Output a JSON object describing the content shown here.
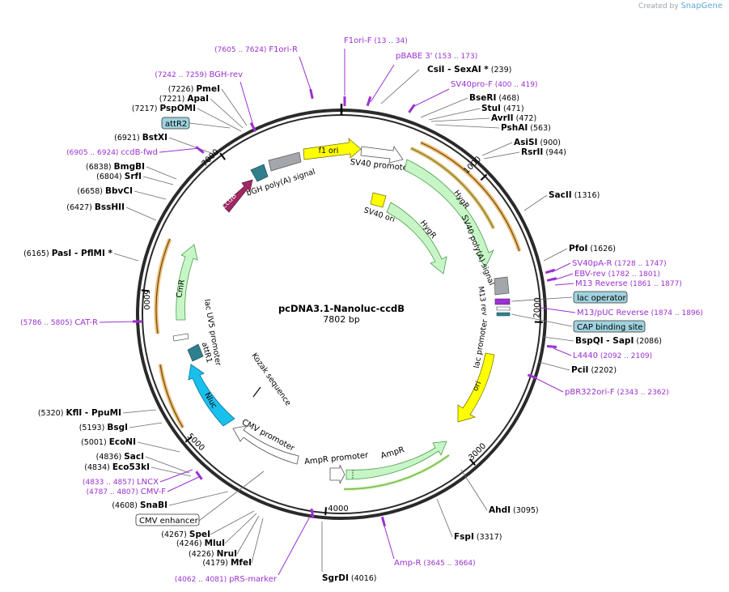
{
  "branding": {
    "created_by": "Created by",
    "app": "SnapGene"
  },
  "plasmid": {
    "name": "pcDNA3.1-Nanoluc-ccdB",
    "length": 7802,
    "length_label": "7802 bp"
  },
  "ticks": [
    "1000",
    "2000",
    "3000",
    "4000",
    "5000",
    "6000",
    "7000"
  ],
  "enzymes": [
    {
      "name": "CsiI",
      "extra": " - SexAI *",
      "pos": "(239)"
    },
    {
      "name": "BseRI",
      "extra": "",
      "pos": "(468)"
    },
    {
      "name": "StuI",
      "extra": "",
      "pos": "(471)"
    },
    {
      "name": "AvrII",
      "extra": "",
      "pos": "(472)"
    },
    {
      "name": "PshAI",
      "extra": "",
      "pos": "(563)"
    },
    {
      "name": "AsiSI",
      "extra": "",
      "pos": "(900)"
    },
    {
      "name": "RsrII",
      "extra": "",
      "pos": "(944)"
    },
    {
      "name": "SacII",
      "extra": "",
      "pos": "(1316)"
    },
    {
      "name": "PfoI",
      "extra": "",
      "pos": "(1626)"
    },
    {
      "name": "BspQI",
      "extra": " - SapI",
      "pos": "(2086)"
    },
    {
      "name": "PciI",
      "extra": "",
      "pos": "(2202)"
    },
    {
      "name": "AhdI",
      "extra": "",
      "pos": "(3095)"
    },
    {
      "name": "FspI",
      "extra": "",
      "pos": "(3317)"
    },
    {
      "name": "SgrDI",
      "extra": "",
      "pos": "(4016)"
    },
    {
      "name": "MfeI",
      "extra": "",
      "pos": "(4179)"
    },
    {
      "name": "NruI",
      "extra": "",
      "pos": "(4226)"
    },
    {
      "name": "MluI",
      "extra": "",
      "pos": "(4246)"
    },
    {
      "name": "SpeI",
      "extra": "",
      "pos": "(4267)"
    },
    {
      "name": "SnaBI",
      "extra": "",
      "pos": "(4608)"
    },
    {
      "name": "Eco53kI",
      "extra": "",
      "pos": "(4834)"
    },
    {
      "name": "SacI",
      "extra": "",
      "pos": "(4836)"
    },
    {
      "name": "EcoNI",
      "extra": "",
      "pos": "(5001)"
    },
    {
      "name": "BsgI",
      "extra": "",
      "pos": "(5193)"
    },
    {
      "name": "KflI",
      "extra": " - PpuMI",
      "pos": "(5320)"
    },
    {
      "name": "PasI",
      "extra": " - PflMI *",
      "pos": "(6165)"
    },
    {
      "name": "BssHII",
      "extra": "",
      "pos": "(6427)"
    },
    {
      "name": "BbvCI",
      "extra": "",
      "pos": "(6658)"
    },
    {
      "name": "SrfI",
      "extra": "",
      "pos": "(6804)"
    },
    {
      "name": "BmgBI",
      "extra": "",
      "pos": "(6838)"
    },
    {
      "name": "BstXI",
      "extra": "",
      "pos": "(6921)"
    },
    {
      "name": "PspOMI",
      "extra": "",
      "pos": "(7217)"
    },
    {
      "name": "ApaI",
      "extra": "",
      "pos": "(7221)"
    },
    {
      "name": "PmeI",
      "extra": "",
      "pos": "(7226)"
    }
  ],
  "primers": [
    {
      "name": "F1ori-F",
      "range": "(13 .. 34)"
    },
    {
      "name": "pBABE 3'",
      "range": "(153 .. 173)"
    },
    {
      "name": "SV40pro-F",
      "range": "(400 .. 419)"
    },
    {
      "name": "SV40pA-R",
      "range": "(1728 .. 1747)"
    },
    {
      "name": "EBV-rev",
      "range": "(1782 .. 1801)"
    },
    {
      "name": "M13 Reverse",
      "range": "(1861 .. 1877)"
    },
    {
      "name": "M13/pUC Reverse",
      "range": "(1874 .. 1896)"
    },
    {
      "name": "L4440",
      "range": "(2092 .. 2109)"
    },
    {
      "name": "pBR322ori-F",
      "range": "(2343 .. 2362)"
    },
    {
      "name": "Amp-R",
      "range": "(3645 .. 3664)"
    },
    {
      "name": "pRS-marker",
      "range": "(4062 .. 4081)"
    },
    {
      "name": "CMV-F",
      "range": "(4787 .. 4807)"
    },
    {
      "name": "LNCX",
      "range": "(4833 .. 4857)"
    },
    {
      "name": "CAT-R",
      "range": "(5786 .. 5805)"
    },
    {
      "name": "ccdB-fwd",
      "range": "(6905 .. 6924)"
    },
    {
      "name": "BGH-rev",
      "range": "(7242 .. 7259)"
    },
    {
      "name": "F1ori-R",
      "range": "(7605 .. 7624)"
    }
  ],
  "boxed_features": [
    "attR2",
    "lac operator",
    "CAP binding site",
    "CMV enhancer"
  ],
  "features": {
    "f1_ori": "f1 ori",
    "sv40_promoter": "SV40 promoter",
    "hygr_outer": "HygR",
    "hygr_inner": "HygR",
    "sv40_ori": "SV40 ori",
    "sv40_polya": "SV40 poly(A) signal",
    "m13_rev": "M13 rev",
    "lac_promoter": "lac promoter",
    "ori": "ori",
    "ampr": "AmpR",
    "ampr_promoter": "AmpR promoter",
    "cmv_promoter": "CMV promoter",
    "kozak": "Kozak sequence",
    "nluc": "Nluc",
    "attr1": "attR1",
    "lac_uv5": "lac UV5 promoter",
    "cmr": "CmR",
    "ccdb": "ccdB",
    "bgh_polya": "bGH poly(A) signal"
  },
  "colors": {
    "backbone": "#2a2a2a",
    "primer": "#9b30d0",
    "enzyme_text": "#000000",
    "yellow": "#ffff00",
    "green_fill": "#c8f5c8",
    "green_stroke": "#46a046",
    "gray": "#a3a7ab",
    "teal": "#2f7f8f",
    "magenta": "#a02863",
    "cyan": "#18c0ee",
    "orange": "#e8a23a",
    "box_fill": "#9fd2de"
  }
}
